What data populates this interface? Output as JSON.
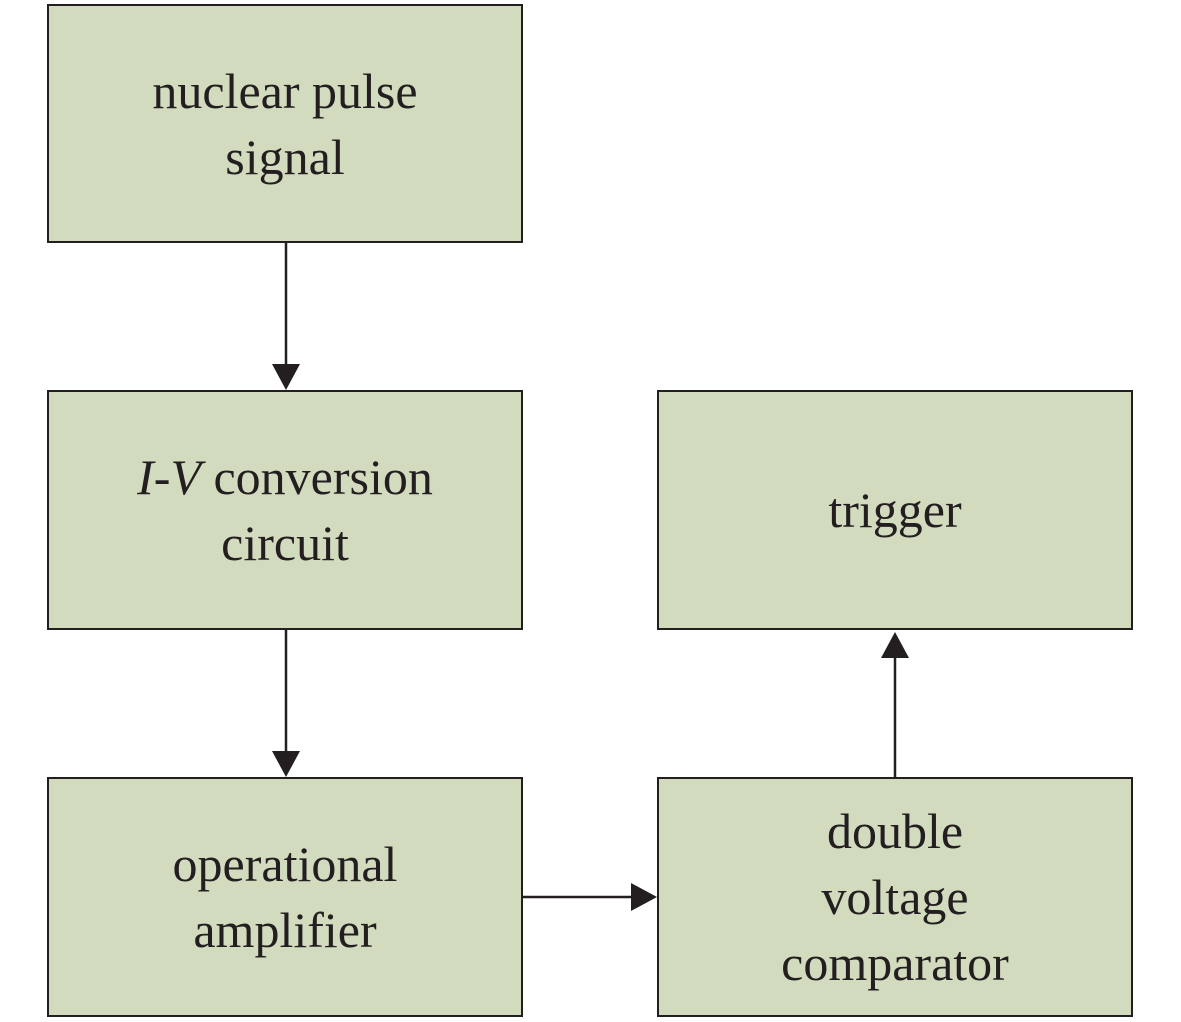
{
  "blocks": {
    "pulse_signal": {
      "line1": "nuclear pulse",
      "line2": "signal"
    },
    "iv_conversion": {
      "var_i": "I",
      "dash": "-",
      "var_v": "V",
      "rest": " conversion",
      "line2": "circuit"
    },
    "op_amp": {
      "line1": "operational",
      "line2": "amplifier"
    },
    "comparator": {
      "line1": "double",
      "line2": "voltage",
      "line3": "comparator"
    },
    "trigger": {
      "line1": "trigger"
    }
  },
  "colors": {
    "block_fill": "#d3dbbf",
    "line": "#231f20"
  }
}
